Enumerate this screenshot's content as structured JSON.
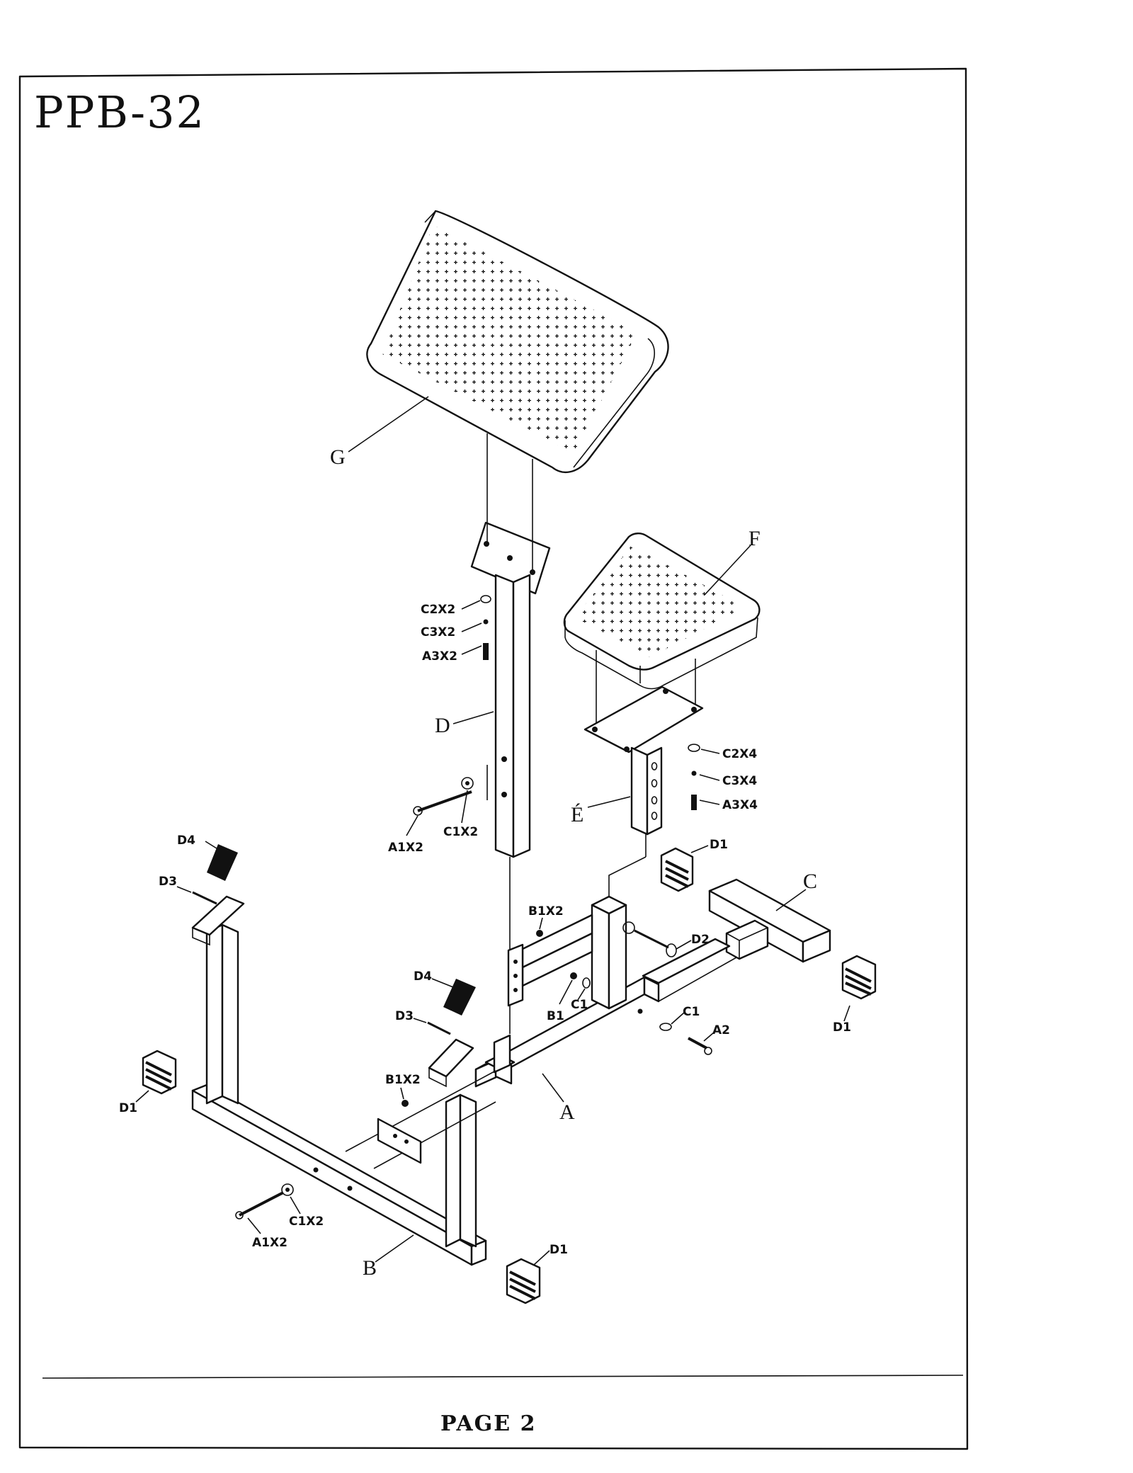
{
  "title": "PPB-32",
  "footer": "PAGE 2",
  "parts": {
    "G": "G",
    "F": "F",
    "D": "D",
    "E": "É",
    "C": "C",
    "A": "A",
    "B": "B",
    "C2X2": "C2X2",
    "C3X2": "C3X2",
    "A3X2": "A3X2",
    "C2X4": "C2X4",
    "C3X4": "C3X4",
    "A3X4": "A3X4",
    "A1X2_top": "A1X2",
    "C1X2_top": "C1X2",
    "A1X2_bottom": "A1X2",
    "C1X2_bottom": "C1X2",
    "D4_left": "D4",
    "D3_left": "D3",
    "D4_mid": "D4",
    "D3_mid": "D3",
    "D1_top": "D1",
    "D1_right": "D1",
    "D1_left": "D1",
    "D1_bottom": "D1",
    "D2": "D2",
    "B1X2_top": "B1X2",
    "B1X2_mid": "B1X2",
    "B1": "B1",
    "C1_small": "C1",
    "C1": "C1",
    "A2": "A2"
  }
}
